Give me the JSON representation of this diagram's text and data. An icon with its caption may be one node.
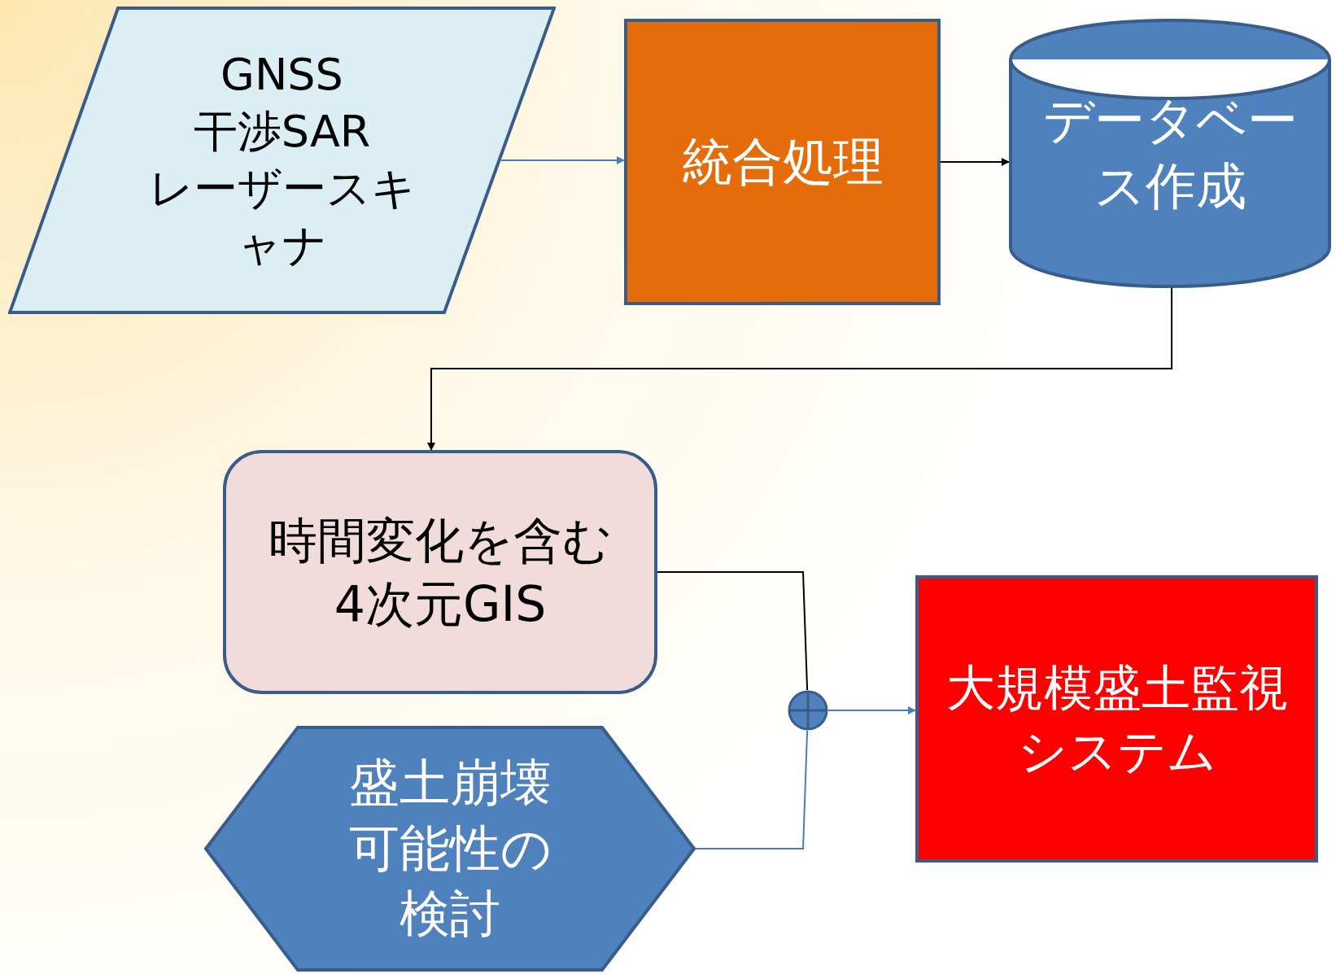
{
  "diagram": {
    "nodes": [
      {
        "text": [
          "GNSS",
          "干渉SAR",
          "レーザースキャナ"
        ]
      },
      {
        "text": [
          "統合処理"
        ]
      },
      {
        "text": [
          "データベース作成"
        ]
      },
      {
        "text": [
          "時間変化を含む4次元GIS"
        ]
      },
      {
        "text": [
          "盛土崩壊可能性の検討"
        ]
      },
      {
        "text": [],
        "shape": "circle"
      },
      {
        "text": [
          "大規模盛土監視システム"
        ]
      }
    ],
    "edges": [
      {
        "from": 0,
        "to": 1,
        "arrow": "to",
        "color": "#4a7ebb"
      },
      {
        "from": 1,
        "to": 2,
        "arrow": "to",
        "color": "#000000"
      },
      {
        "from": 2,
        "to": 3,
        "arrow": "to",
        "color": "#000000"
      },
      {
        "from": 3,
        "to": 5,
        "arrow": "none",
        "color": "#000000"
      },
      {
        "from": 4,
        "to": 5,
        "arrow": "none",
        "color": "#4a7ebb"
      },
      {
        "from": 5,
        "to": 6,
        "arrow": "to",
        "color": "#4a7ebb"
      }
    ]
  }
}
